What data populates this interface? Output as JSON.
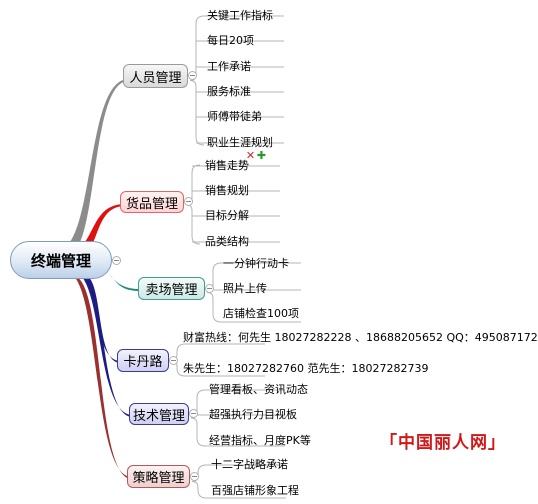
{
  "root": {
    "label": "终端管理"
  },
  "branches": [
    {
      "label": "人员管理",
      "color": "#8c8c8c",
      "leaves": [
        "关键工作指标",
        "每日20项",
        "工作承诺",
        "服务标准",
        "师傅带徒弟",
        "职业生涯规划"
      ]
    },
    {
      "label": "货品管理",
      "color": "#e01010",
      "leaves": [
        "销售走势",
        "销售规划",
        "目标分解",
        "品类结构"
      ]
    },
    {
      "label": "卖场管理",
      "color": "#1c8a80",
      "leaves": [
        "一分钟行动卡",
        "照片上传",
        "店铺检查100项"
      ]
    },
    {
      "label": "卡丹路",
      "color": "#1c1c84",
      "leaves": [
        "财富热线：何先生 18027282228 、18688205652 QQ：495087172",
        "朱先生：18027282760 范先生：18027282739"
      ]
    },
    {
      "label": "技术管理",
      "color": "#1c1c84",
      "leaves": [
        "管理看板、资讯动态",
        "超强执行力目视板",
        "经营指标、月度PK等"
      ]
    },
    {
      "label": "策略管理",
      "color": "#9a3030",
      "leaves": [
        "十二字战略承诺",
        "百强店铺形象工程"
      ]
    }
  ],
  "edit_toolbar": {
    "close_icon": "close-icon",
    "add_icon": "add-icon",
    "close_glyph": "✕",
    "add_glyph": "✚"
  },
  "watermark": "「中国丽人网」"
}
